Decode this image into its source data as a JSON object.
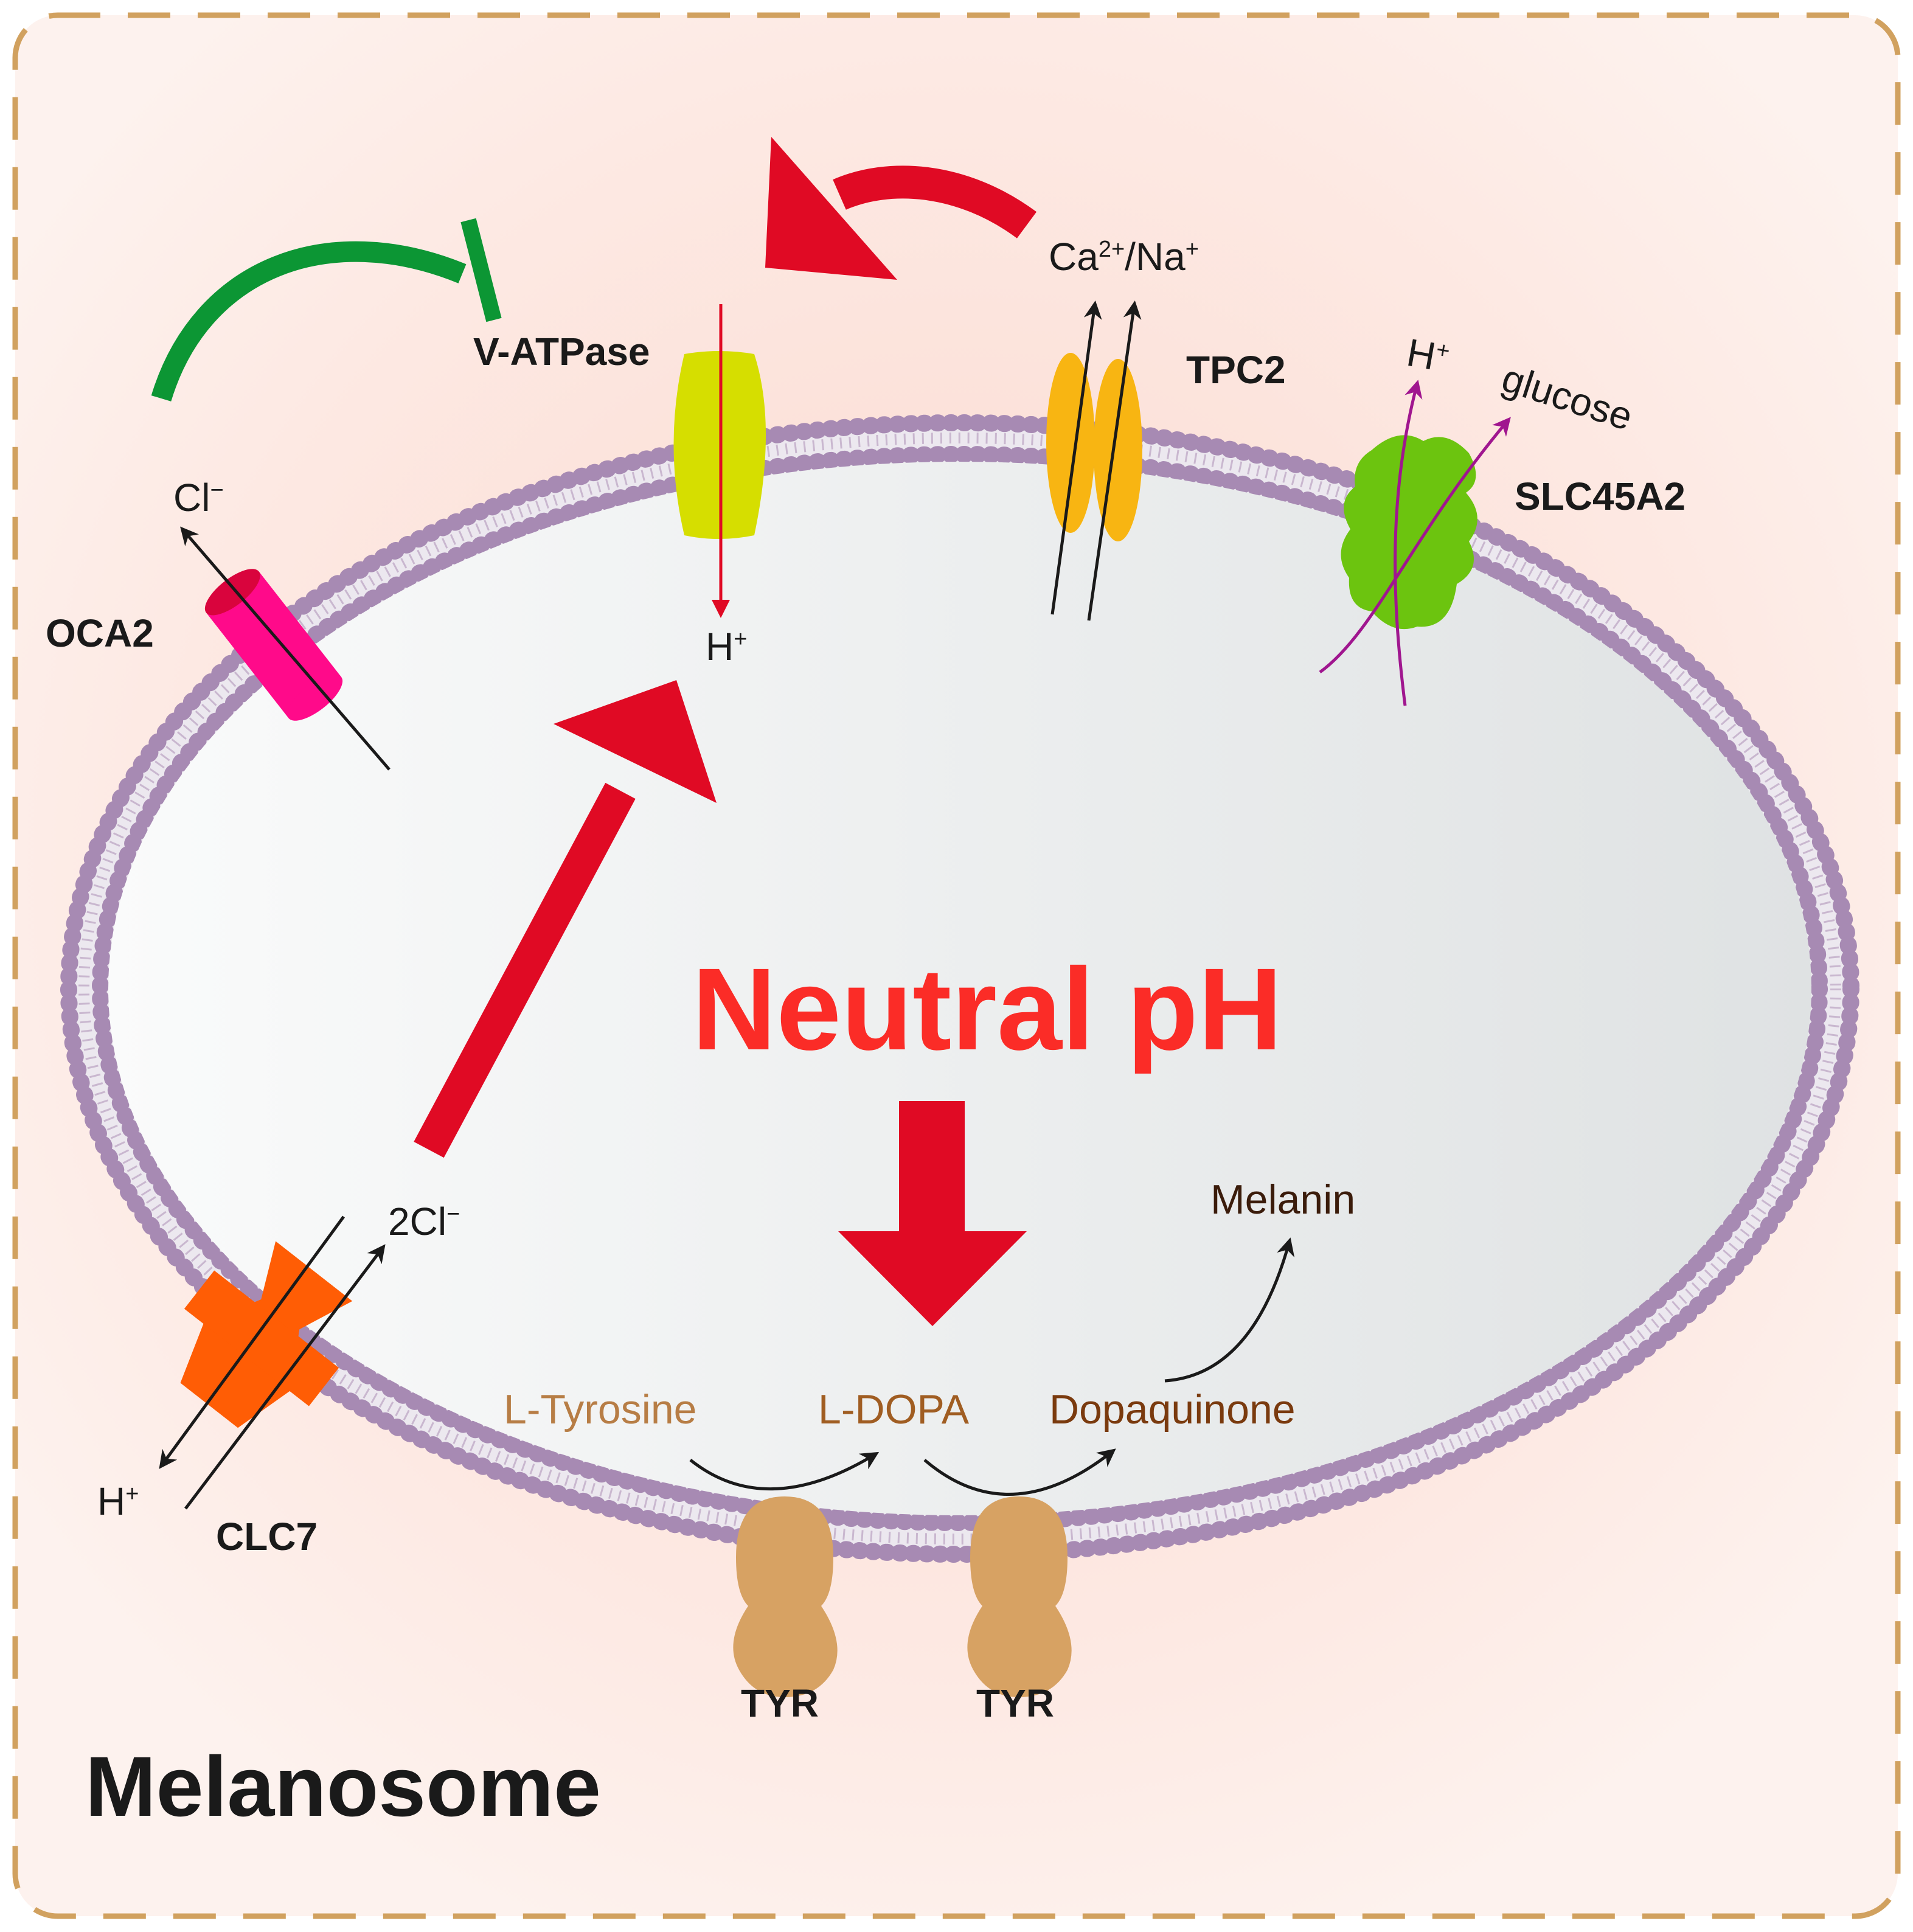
{
  "title": "Melanosome",
  "center_label": "Neutral pH",
  "proteins": {
    "v_atpase": "V-ATPase",
    "tpc2": "TPC2",
    "slc45a2": "SLC45A2",
    "oca2": "OCA2",
    "clc7": "CLC7",
    "tyr_1": "TYR",
    "tyr_2": "TYR"
  },
  "ions": {
    "ca_na_ca": "Ca",
    "ca_na_ca_sup": "2+",
    "ca_na_sep": "/Na",
    "ca_na_na_sup": "+",
    "vatpase_h": "H",
    "vatpase_h_sup": "+",
    "slc_h": "H",
    "slc_h_sup": "+",
    "glucose": "glucose",
    "oca2_cl": "Cl",
    "oca2_cl_sup": "−",
    "clc7_cl": "2Cl",
    "clc7_cl_sup": "−",
    "clc7_h": "H",
    "clc7_h_sup": "+"
  },
  "pathway": {
    "l_tyrosine": "L-Tyrosine",
    "l_dopa": "L-DOPA",
    "dopaquinone": "Dopaquinone",
    "melanin": "Melanin"
  },
  "colors": {
    "frame_border": "#d1a15f",
    "background": "#fdf0ec",
    "membrane_head": "#a78ab3",
    "red_arrow": "#e00a24",
    "neutral_ph": "#fb2c27",
    "inhibit": "#0c9634",
    "v_atpase": "#d6de00",
    "tpc2": "#f8b512",
    "slc45a2": "#6cc40f",
    "oca2": "#ff0a8a",
    "clc7": "#ff5d05",
    "tyr": "#d7a263",
    "slc_arrow": "#a0168f",
    "l_tyrosine": "#b77d45",
    "l_dopa": "#a05d22",
    "dopaquinone": "#7a3a0e",
    "melanin": "#3b1c0b"
  }
}
